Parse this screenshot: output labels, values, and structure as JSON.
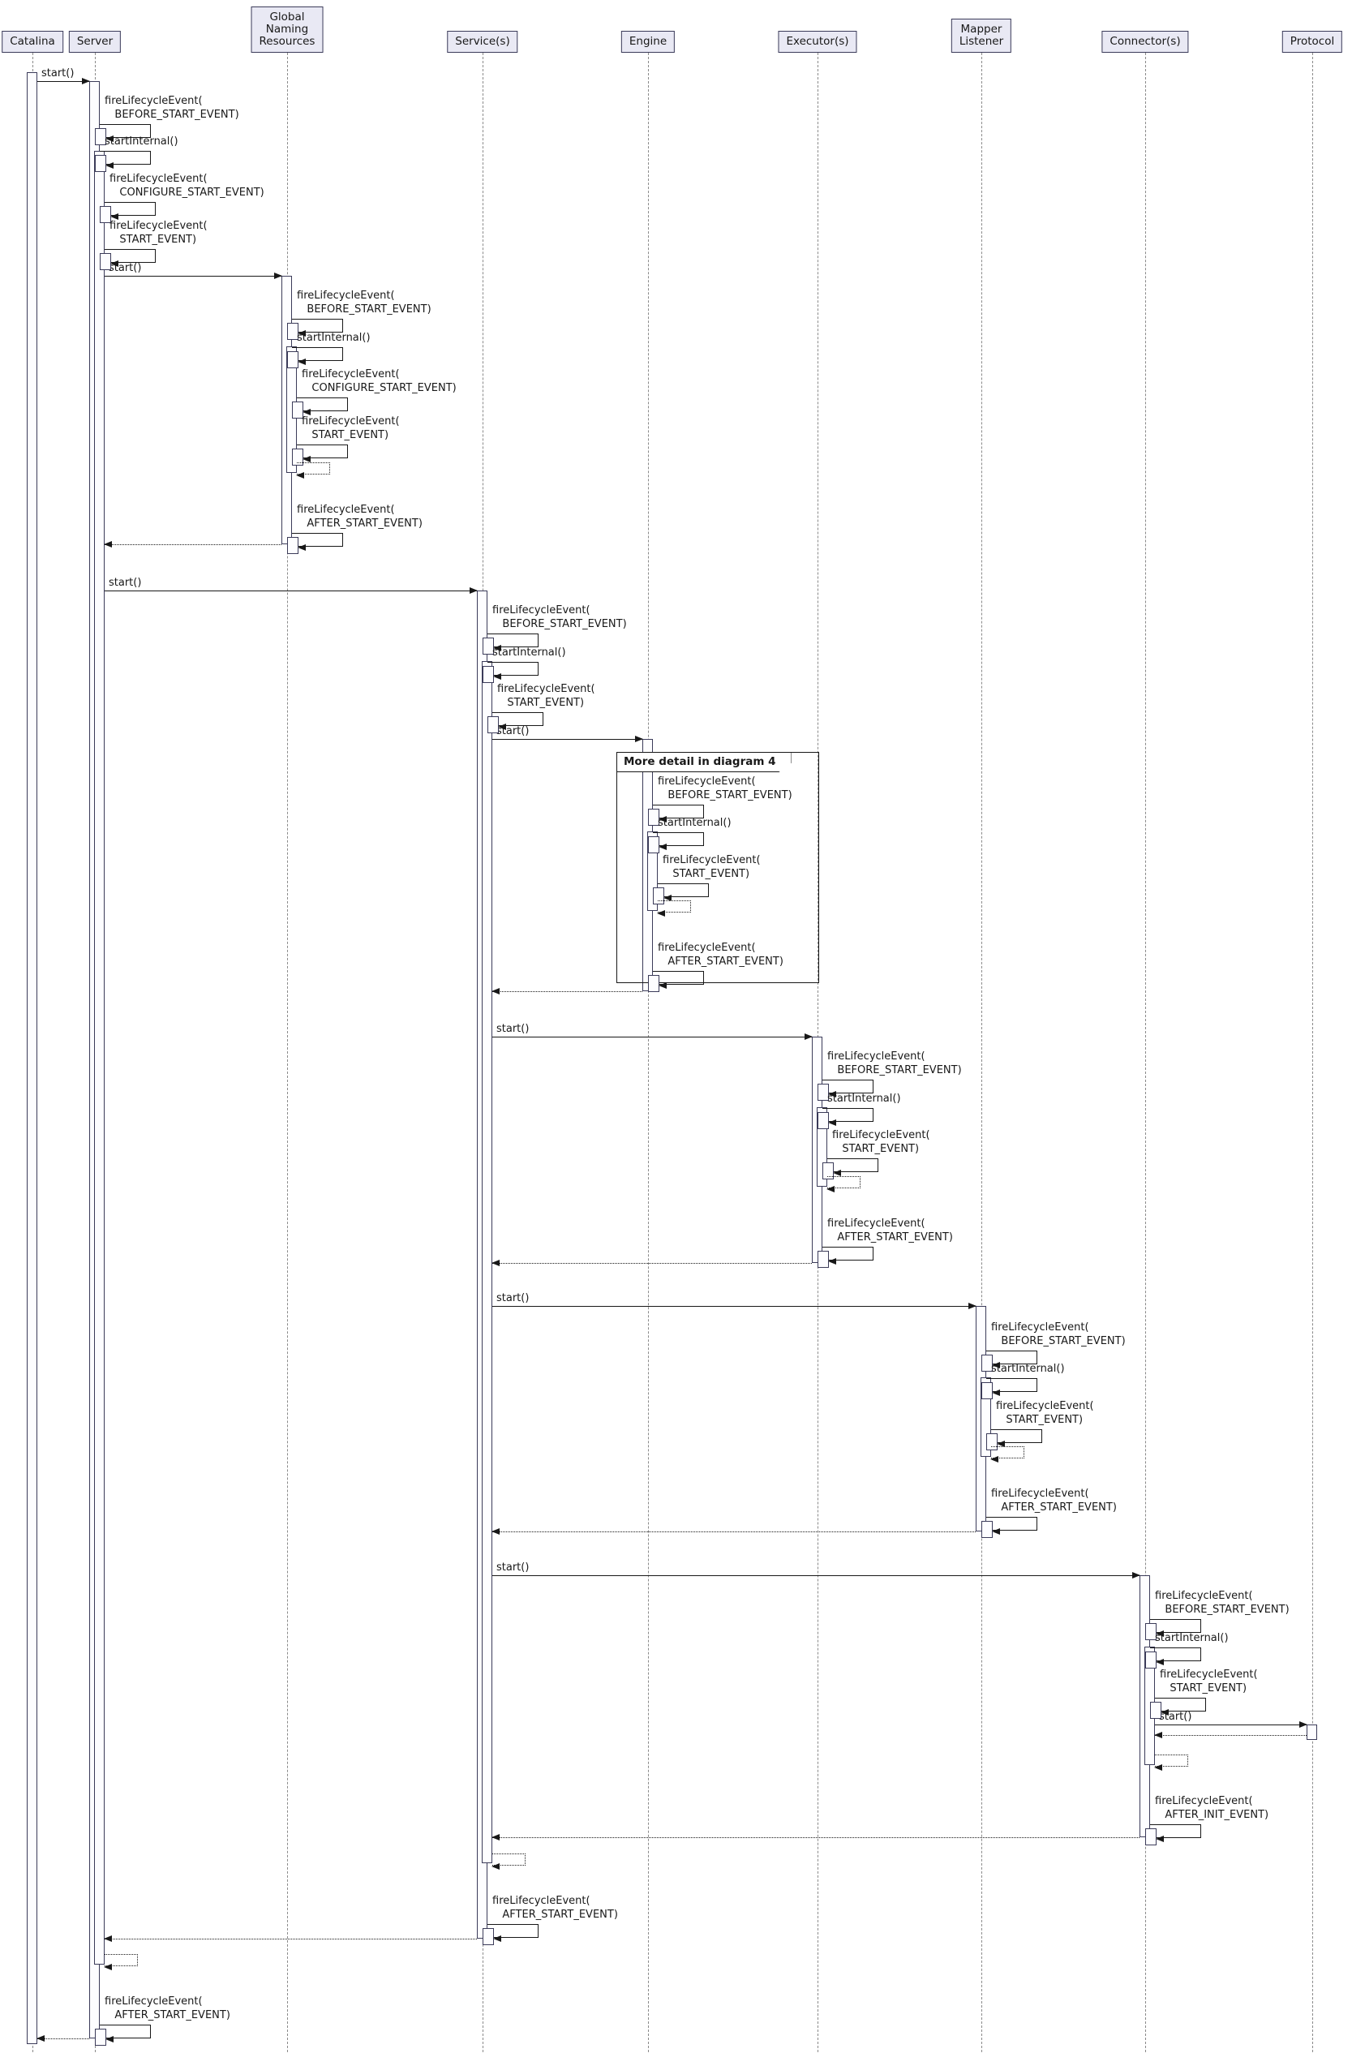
{
  "diagram": {
    "colors": {
      "participant_fill": "#E9E9F4",
      "line": "#181818",
      "lifeline": "#8A8A8A",
      "activation_fill": "#FDFDFF"
    },
    "participants": [
      {
        "label": "Catalina"
      },
      {
        "label": "Server"
      },
      {
        "label": "Global\nNaming\nResources"
      },
      {
        "label": "Service(s)"
      },
      {
        "label": "Engine"
      },
      {
        "label": "Executor(s)"
      },
      {
        "label": "Mapper\nListener"
      },
      {
        "label": "Connector(s)"
      },
      {
        "label": "Protocol"
      }
    ],
    "frame": {
      "label": "More detail in diagram 4"
    },
    "messages": [
      "start()",
      "fireLifecycleEvent(\n   BEFORE_START_EVENT)",
      "startInternal()",
      "fireLifecycleEvent(\n   CONFIGURE_START_EVENT)",
      "fireLifecycleEvent(\n   START_EVENT)",
      "start()",
      "fireLifecycleEvent(\n   BEFORE_START_EVENT)",
      "startInternal()",
      "fireLifecycleEvent(\n   CONFIGURE_START_EVENT)",
      "fireLifecycleEvent(\n   START_EVENT)",
      "fireLifecycleEvent(\n   AFTER_START_EVENT)",
      "start()",
      "fireLifecycleEvent(\n   BEFORE_START_EVENT)",
      "startInternal()",
      "fireLifecycleEvent(\n   START_EVENT)",
      "start()",
      "fireLifecycleEvent(\n   BEFORE_START_EVENT)",
      "startInternal()",
      "fireLifecycleEvent(\n   START_EVENT)",
      "fireLifecycleEvent(\n   AFTER_START_EVENT)",
      "start()",
      "fireLifecycleEvent(\n   BEFORE_START_EVENT)",
      "startInternal()",
      "fireLifecycleEvent(\n   START_EVENT)",
      "fireLifecycleEvent(\n   AFTER_START_EVENT)",
      "start()",
      "fireLifecycleEvent(\n   BEFORE_START_EVENT)",
      "startInternal()",
      "fireLifecycleEvent(\n   START_EVENT)",
      "fireLifecycleEvent(\n   AFTER_START_EVENT)",
      "start()",
      "fireLifecycleEvent(\n   BEFORE_START_EVENT)",
      "startInternal()",
      "fireLifecycleEvent(\n   START_EVENT)",
      "start()",
      "fireLifecycleEvent(\n   AFTER_INIT_EVENT)",
      "fireLifecycleEvent(\n   AFTER_START_EVENT)",
      "fireLifecycleEvent(\n   AFTER_START_EVENT)"
    ]
  }
}
